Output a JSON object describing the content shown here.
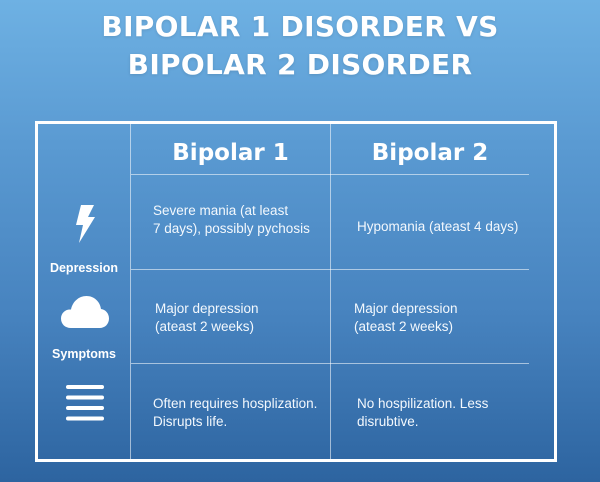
{
  "title": {
    "line1": "BIPOLAR 1 DISORDER VS",
    "line2": "BIPOLAR 2 DISORDER"
  },
  "table": {
    "headers": [
      "Bipolar 1",
      "Bipolar 2"
    ],
    "rows": [
      {
        "icon": "lightning-bolt-icon",
        "label": "Depression",
        "bipolar1": [
          "Severe mania (at least",
          "7 days), possibly pychosis"
        ],
        "bipolar2": [
          "Hypomania (ateast 4 days)"
        ]
      },
      {
        "icon": "cloud-icon",
        "label": "Symptoms",
        "bipolar1": [
          "Major depression",
          "(ateast 2 weeks)"
        ],
        "bipolar2": [
          "Major depression",
          "(ateast 2 weeks)"
        ]
      },
      {
        "icon": "list-lines-icon",
        "label": "",
        "bipolar1": [
          "Often requires hosplization.",
          "Disrupts life."
        ],
        "bipolar2": [
          "No hospilization. Less",
          "disrubtive."
        ]
      }
    ]
  },
  "colors": {
    "background_top": "#6eb1e3",
    "background_bottom": "#2d64a0",
    "text": "#ffffff",
    "border": "#ffffff"
  }
}
